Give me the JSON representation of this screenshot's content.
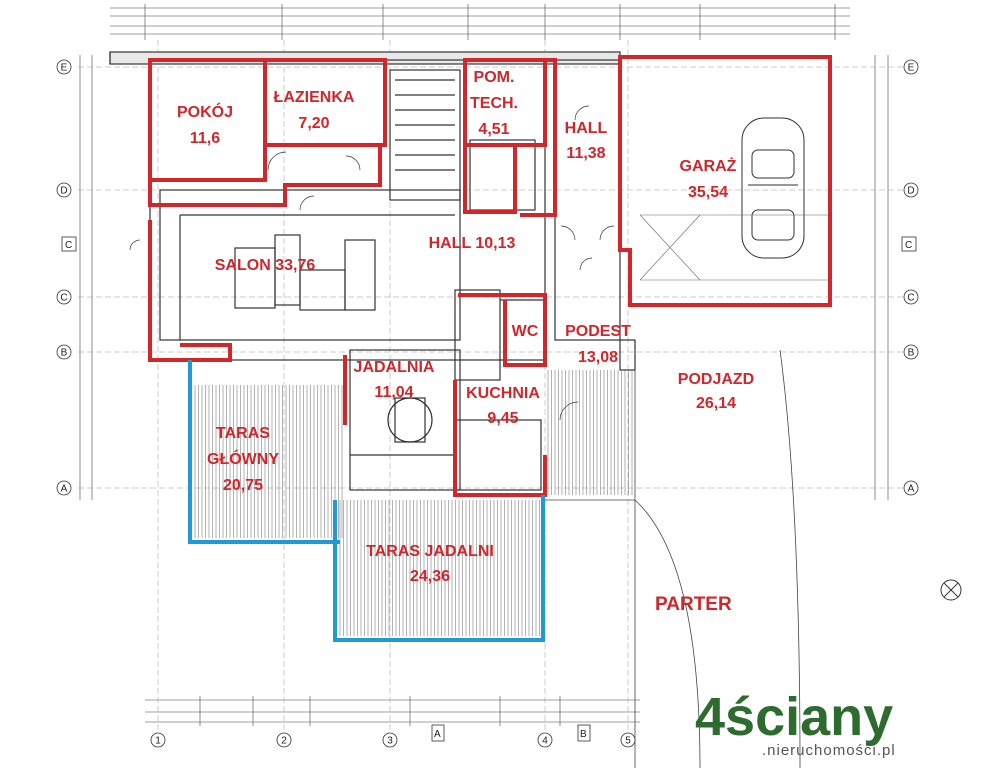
{
  "floor_label": "PARTER",
  "rooms": [
    {
      "key": "pokoj",
      "lines": [
        "POKÓJ",
        "11,6"
      ]
    },
    {
      "key": "lazienka",
      "lines": [
        "ŁAZIENKA",
        "7,20"
      ]
    },
    {
      "key": "pom_tech",
      "lines": [
        "POM.",
        "TECH.",
        "4,51"
      ]
    },
    {
      "key": "hall_1",
      "lines": [
        "HALL",
        "11,38"
      ]
    },
    {
      "key": "garaz",
      "lines": [
        "GARAŻ",
        "35,54"
      ]
    },
    {
      "key": "salon",
      "lines": [
        "SALON 33,76"
      ]
    },
    {
      "key": "hall_2",
      "lines": [
        "HALL 10,13"
      ]
    },
    {
      "key": "wc",
      "lines": [
        "WC"
      ]
    },
    {
      "key": "podest",
      "lines": [
        "PODEST",
        "13,08"
      ]
    },
    {
      "key": "podjazd",
      "lines": [
        "PODJAZD",
        "26,14"
      ]
    },
    {
      "key": "jadalnia",
      "lines": [
        "JADALNIA",
        "11,04"
      ]
    },
    {
      "key": "kuchnia",
      "lines": [
        "KUCHNIA",
        "9,45"
      ]
    },
    {
      "key": "taras_glowny",
      "lines": [
        "TARAS",
        "GŁÓWNY",
        "20,75"
      ]
    },
    {
      "key": "taras_jadalni",
      "lines": [
        "TARAS JADALNI",
        "24,36"
      ]
    }
  ],
  "grid_rows": [
    "E",
    "D",
    "C",
    "B",
    "A"
  ],
  "grid_cols": [
    "1",
    "2",
    "3",
    "4",
    "5"
  ],
  "section_marks": [
    "C",
    "C",
    "A",
    "B"
  ],
  "logo": {
    "main": "4ściany",
    "sub": ".nieruchomości.pl"
  },
  "colors": {
    "room_outline": "#d1262b",
    "terrace_outline": "#1f9ad6",
    "linework": "#333333",
    "logo": "#2e6b2f"
  }
}
